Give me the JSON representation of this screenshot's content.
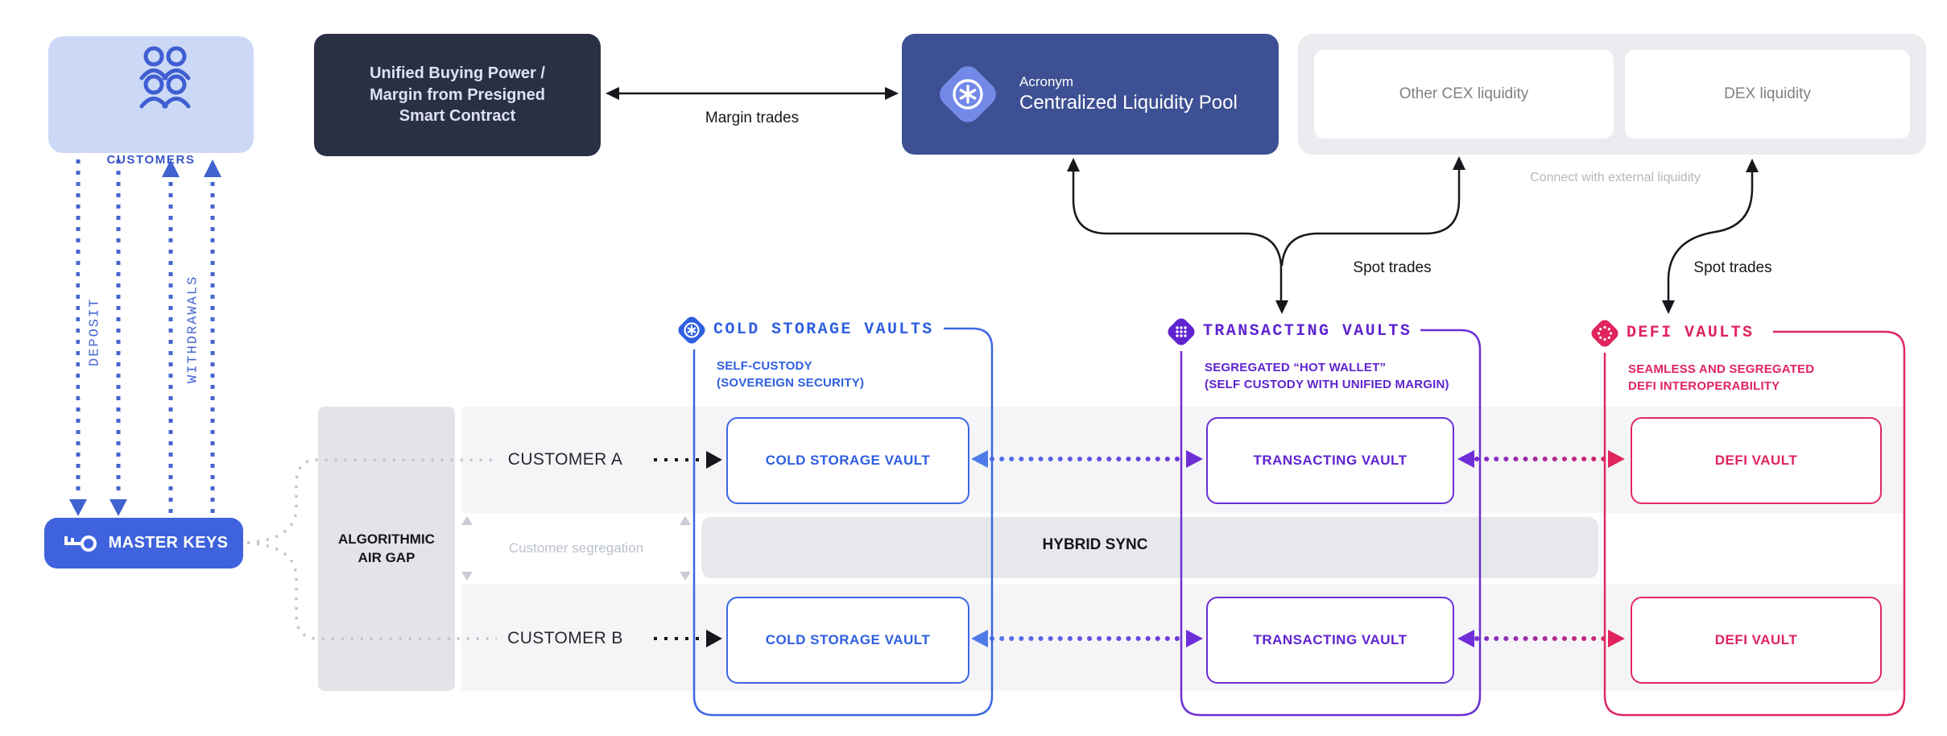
{
  "colors": {
    "brand_blue": "#3e63dd",
    "cold_blue": "#3d66e5",
    "transacting_purple": "#6a2fd6",
    "defi_pink": "#e0295f",
    "customers_bg": "#ccd9f6",
    "dark_navy": "#2a3044",
    "pool_blue": "#3d5094",
    "external_gray": "#ebecef",
    "row_band": "#f5f5f7",
    "hybrid_band": "#e7e8ec",
    "arrow_black": "#17181c"
  },
  "customers": {
    "label": "CUSTOMERS"
  },
  "flows": {
    "deposit": "DEPOSIT",
    "withdrawals": "WITHDRAWALS"
  },
  "master_keys": {
    "label": "MASTER KEYS"
  },
  "unified_box": {
    "line1": "Unified Buying Power /",
    "line2": "Margin from Presigned",
    "line3": "Smart Contract"
  },
  "pool": {
    "brand": "Acronym",
    "name": "Centralized Liquidity Pool"
  },
  "external": {
    "cex": "Other CEX liquidity",
    "dex": "DEX liquidity"
  },
  "labels": {
    "margin_trades": "Margin trades",
    "spot_trades_left": "Spot trades",
    "spot_trades_right": "Spot trades",
    "connect_caption": "Connect with external liquidity",
    "hybrid_sync": "HYBRID SYNC",
    "segregation": "Customer segregation"
  },
  "air_gap": {
    "line1": "ALGORITHMIC",
    "line2": "AIR GAP"
  },
  "rows": {
    "a": "CUSTOMER A",
    "b": "CUSTOMER B"
  },
  "sections": {
    "cold": {
      "title": "COLD STORAGE VAULTS",
      "subtitle1": "SELF-CUSTODY",
      "subtitle2": "(SOVEREIGN SECURITY)",
      "vault_label": "COLD STORAGE VAULT"
    },
    "transacting": {
      "title": "TRANSACTING VAULTS",
      "subtitle1": "SEGREGATED “HOT WALLET”",
      "subtitle2": "(SELF CUSTODY WITH UNIFIED MARGIN)",
      "vault_label": "TRANSACTING VAULT"
    },
    "defi": {
      "title": "DEFI VAULTS",
      "subtitle1": "SEAMLESS AND SEGREGATED",
      "subtitle2": "DEFI INTEROPERABILITY",
      "vault_label": "DEFI VAULT"
    }
  }
}
